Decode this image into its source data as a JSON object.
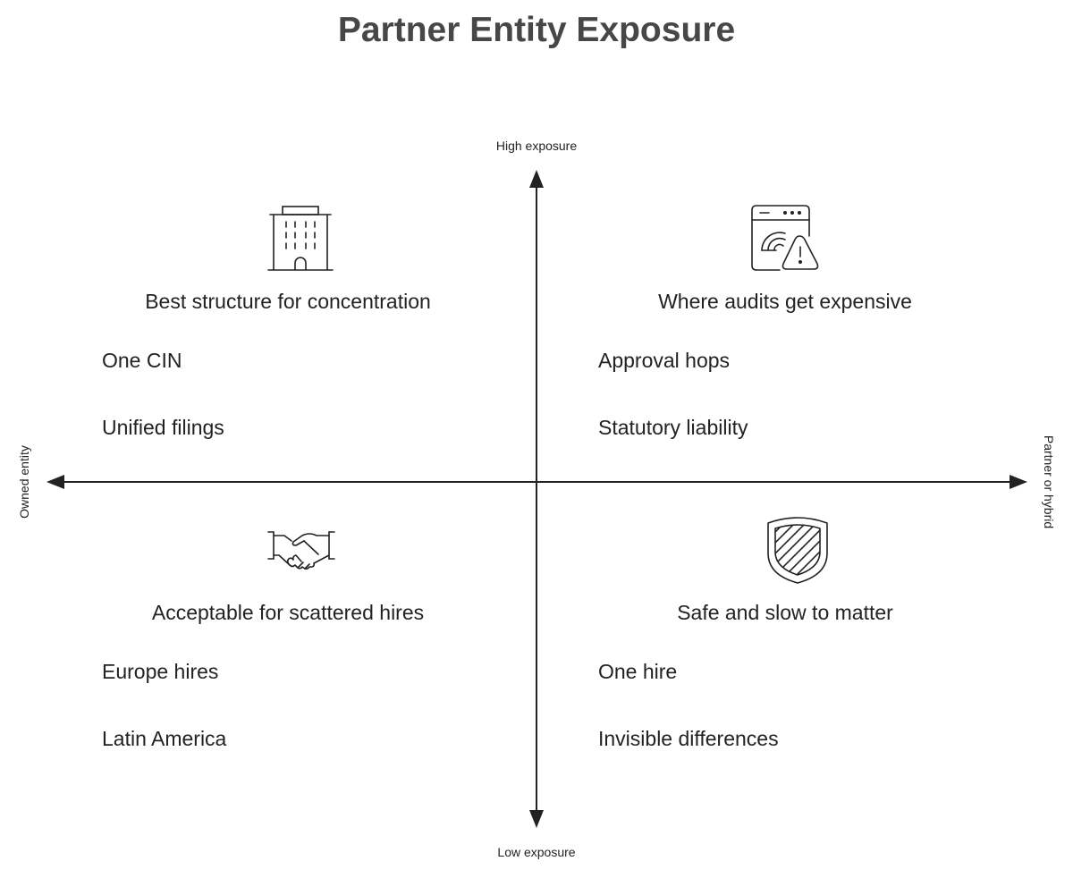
{
  "title": "Partner Entity Exposure",
  "axes": {
    "y_high": "High exposure",
    "y_low": "Low exposure",
    "x_left": "Owned entity",
    "x_right": "Partner or hybrid"
  },
  "quadrants": {
    "top_left": {
      "icon": "office-building-icon",
      "title": "Best structure for concentration",
      "items": [
        "One CIN",
        "Unified filings"
      ]
    },
    "top_right": {
      "icon": "browser-warning-icon",
      "title": "Where audits get expensive",
      "items": [
        "Approval hops",
        "Statutory liability"
      ]
    },
    "bottom_left": {
      "icon": "handshake-icon",
      "title": "Acceptable for scattered hires",
      "items": [
        "Europe hires",
        "Latin America"
      ]
    },
    "bottom_right": {
      "icon": "shield-icon",
      "title": "Safe and slow to matter",
      "items": [
        "One hire",
        "Invisible differences"
      ]
    }
  },
  "colors": {
    "axis": "#222222",
    "title": "#474747",
    "text": "#222222"
  }
}
